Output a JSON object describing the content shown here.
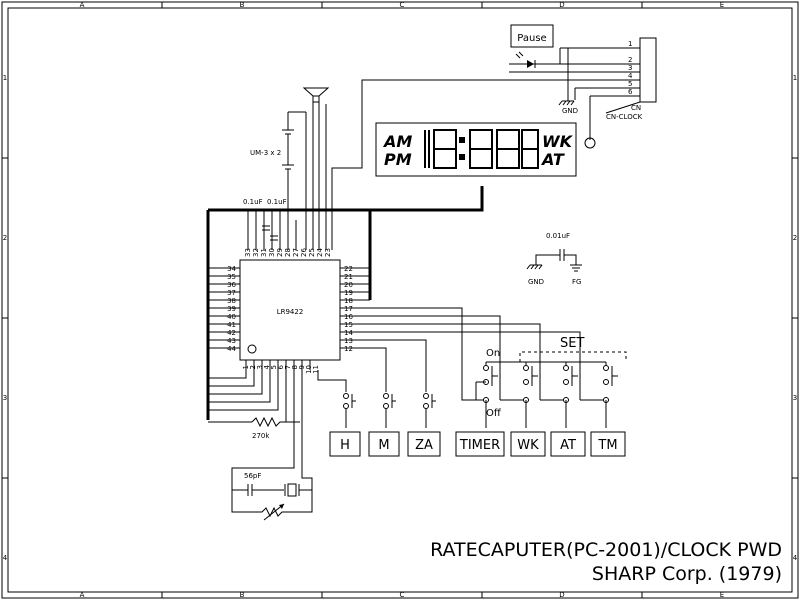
{
  "frame": {
    "cols": [
      "A",
      "B",
      "C",
      "D",
      "E"
    ],
    "rows": [
      "1",
      "2",
      "3",
      "4"
    ]
  },
  "title": {
    "line1": "RATECAPUTER(PC-2001)/CLOCK PWD",
    "line2": "SHARP Corp. (1979)"
  },
  "display": {
    "left_top": "AM",
    "left_bottom": "PM",
    "right_top": "WK",
    "right_bottom": "AT"
  },
  "ic": {
    "name": "LR9422",
    "pins_left": [
      "34",
      "35",
      "36",
      "37",
      "38",
      "39",
      "40",
      "41",
      "42",
      "43",
      "44"
    ],
    "pins_right": [
      "22",
      "21",
      "20",
      "19",
      "18",
      "17",
      "16",
      "15",
      "14",
      "13",
      "12"
    ],
    "pins_top": [
      "33",
      "32",
      "31",
      "30",
      "29",
      "28",
      "27",
      "26",
      "25",
      "24",
      "23"
    ],
    "pins_bottom": [
      "1",
      "2",
      "3",
      "4",
      "5",
      "6",
      "7",
      "8",
      "9",
      "10",
      "11"
    ]
  },
  "components": {
    "battery": "UM-3 x 2",
    "cap1": "0.1uF",
    "cap2": "0.1uF",
    "cap3": "0.01uF",
    "cap4": "56pF",
    "resistor": "270k",
    "gnd1": "GND",
    "gnd2": "GND",
    "fg": "FG"
  },
  "connector": {
    "pins": [
      "1",
      "2",
      "3",
      "4",
      "5",
      "6"
    ],
    "label1": "CN",
    "label2": "CN-CLOCK"
  },
  "pause_button": "Pause",
  "switch_labels": {
    "on": "On",
    "off": "Off",
    "set": "SET"
  },
  "buttons": [
    "H",
    "M",
    "ZA",
    "TIMER",
    "WK",
    "AT",
    "TM"
  ]
}
